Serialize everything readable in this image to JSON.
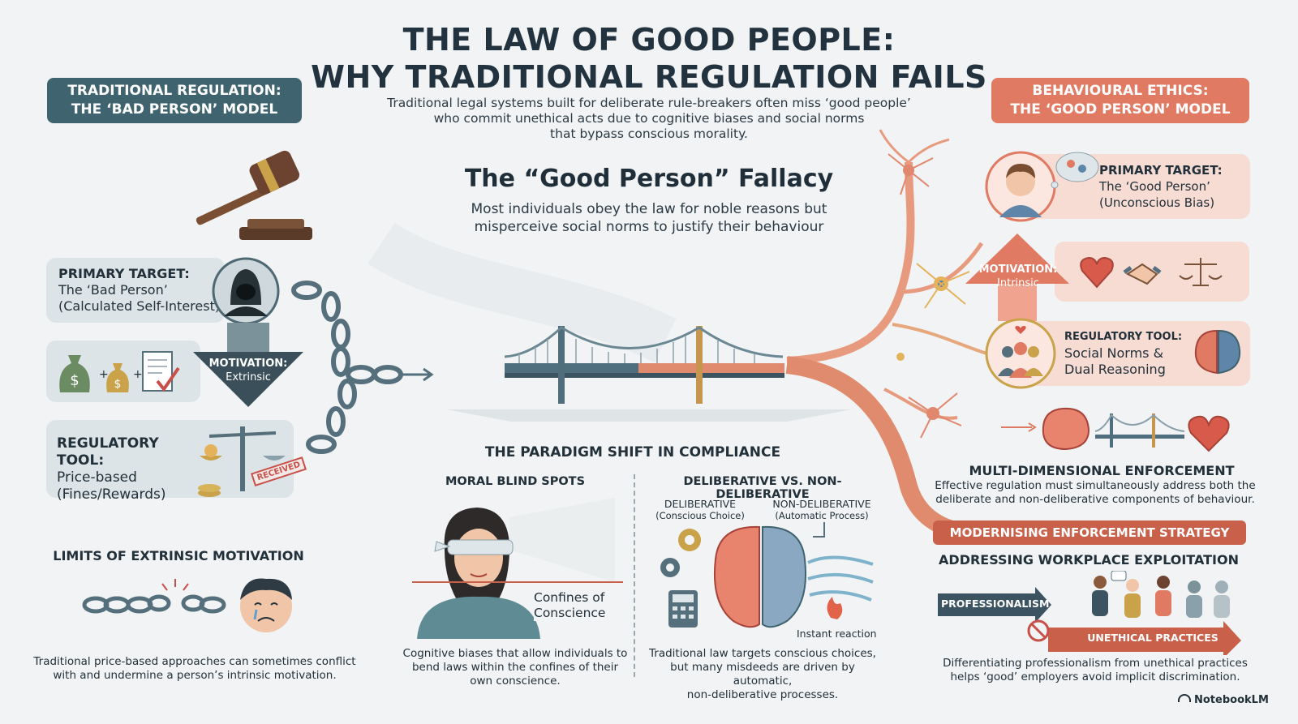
{
  "title": {
    "line1": "THE LAW OF GOOD PEOPLE:",
    "line2": "WHY TRADITIONAL REGULATION FAILS"
  },
  "subtitle": {
    "line1": "Traditional legal systems built for deliberate rule-breakers often miss ‘good people’",
    "line2": "who commit unethical acts due to cognitive biases and social norms",
    "line3": "that bypass conscious morality."
  },
  "fallacy": {
    "title": "The “Good Person” Fallacy",
    "line1": "Most individuals obey the law for noble reasons but",
    "line2": "misperceive social norms to justify their behaviour"
  },
  "left": {
    "header1": "TRADITIONAL REGULATION:",
    "header2": "THE ‘BAD PERSON’ MODEL",
    "target_label": "PRIMARY TARGET:",
    "target_line1": "The ‘Bad Person’",
    "target_line2": "(Calculated Self-Interest)",
    "motivation_label": "MOTIVATION:",
    "motivation_value": "Extrinsic",
    "tool_label": "REGULATORY TOOL:",
    "tool_line1": "Price-based",
    "tool_line2": "(Fines/Rewards)",
    "stamp": "RECEIVED",
    "limits_head": "LIMITS OF EXTRINSIC MOTIVATION",
    "limits_line1": "Traditional price-based approaches can sometimes conflict",
    "limits_line2": "with and undermine a person’s intrinsic motivation."
  },
  "right": {
    "header1": "BEHAVIOURAL ETHICS:",
    "header2": "THE ‘GOOD PERSON’ MODEL",
    "target_label": "PRIMARY TARGET:",
    "target_line1": "The ‘Good Person’",
    "target_line2": "(Unconscious Bias)",
    "motivation_label": "MOTIVATION:",
    "motivation_value": "Intrinsic",
    "tool_label": "REGULATORY TOOL:",
    "tool_line1": "Social Norms &",
    "tool_line2": "Dual Reasoning",
    "multi_head": "MULTI-DIMENSIONAL ENFORCEMENT",
    "multi_line1": "Effective regulation must simultaneously address both the",
    "multi_line2": "deliberate and non-deliberative components of behaviour.",
    "strategy": "MODERNISING ENFORCEMENT STRATEGY",
    "workplace_head": "ADDRESSING WORKPLACE EXPLOITATION",
    "professionalism": "PROFESSIONALISM",
    "unethical": "UNETHICAL PRACTICES",
    "work_line1": "Differentiating professionalism from unethical practices",
    "work_line2": "helps ‘good’ employers avoid implicit discrimination."
  },
  "middle": {
    "shift_head": "THE PARADIGM SHIFT IN COMPLIANCE",
    "blind_head": "MORAL BLIND SPOTS",
    "conscience1": "Confines of",
    "conscience2": "Conscience",
    "blind_line1": "Cognitive biases that allow individuals to",
    "blind_line2": "bend laws within the confines of their",
    "blind_line3": "own conscience.",
    "delib_head": "DELIBERATIVE VS. NON-DELIBERATIVE",
    "delib_label": "DELIBERATIVE",
    "delib_sub": "(Conscious Choice)",
    "nondelib_label": "NON-DELIBERATIVE",
    "nondelib_sub": "(Automatic Process)",
    "instant": "Instant reaction",
    "delib_line1": "Traditional law targets conscious choices,",
    "delib_line2": "but many misdeeds are driven by automatic,",
    "delib_line3": "non-deliberative processes."
  },
  "branding": "NotebookLM",
  "colors": {
    "left_accent": "#3f6470",
    "right_accent": "#e07a63",
    "strategy_bar": "#c8604a"
  }
}
